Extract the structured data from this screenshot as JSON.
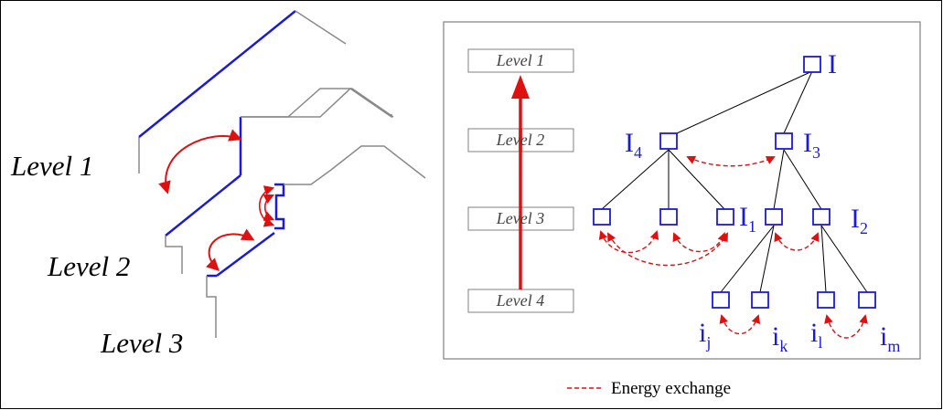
{
  "left_panel": {
    "labels": [
      "Level 1",
      "Level 2",
      "Level 3"
    ]
  },
  "right_panel": {
    "level_boxes": [
      "Level 1",
      "Level 2",
      "Level 3",
      "Level 4"
    ],
    "nodes": {
      "root": "I",
      "I4": {
        "main": "I",
        "sub": "4"
      },
      "I3": {
        "main": "I",
        "sub": "3"
      },
      "I1": {
        "main": "I",
        "sub": "1"
      },
      "I2": {
        "main": "I",
        "sub": "2"
      },
      "ij": {
        "main": "i",
        "sub": "j"
      },
      "ik": {
        "main": "i",
        "sub": "k"
      },
      "il": {
        "main": "i",
        "sub": "l"
      },
      "im": {
        "main": "i",
        "sub": "m"
      }
    }
  },
  "legend": {
    "label": "Energy exchange"
  },
  "colors": {
    "blue": "#1a1adc",
    "red": "#e01010",
    "gray": "#8a8a8a",
    "black": "#000000"
  }
}
